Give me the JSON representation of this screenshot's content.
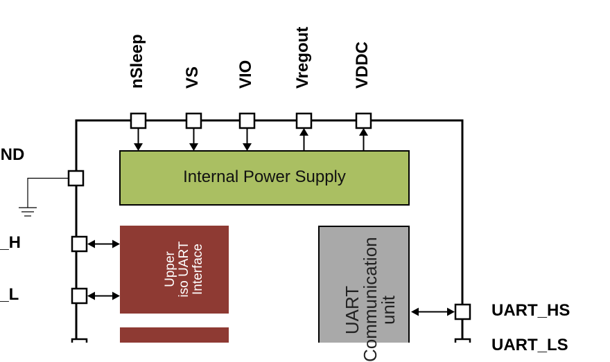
{
  "top_pins": [
    "nSleep",
    "VS",
    "VIO",
    "Vregout",
    "VDDC"
  ],
  "left_pins": {
    "gnd": "GND",
    "h_h": "H_H",
    "h_l": "H_L"
  },
  "right_pins": {
    "uart_hs": "UART_HS",
    "uart_ls_partial": "UART_LS"
  },
  "blocks": {
    "power_supply": {
      "label": "Internal Power Supply",
      "fill": "#aabf62"
    },
    "upper_iso_uart": {
      "lines": [
        "Upper",
        "iso UART",
        "Interface"
      ],
      "fill": "#8e3a33"
    },
    "uart_comm_unit": {
      "lines": [
        "UART",
        "Communication",
        "unit"
      ],
      "fill": "#a9a9a9"
    }
  },
  "colors": {
    "line": "#000000",
    "pin_fill": "#ffffff"
  }
}
